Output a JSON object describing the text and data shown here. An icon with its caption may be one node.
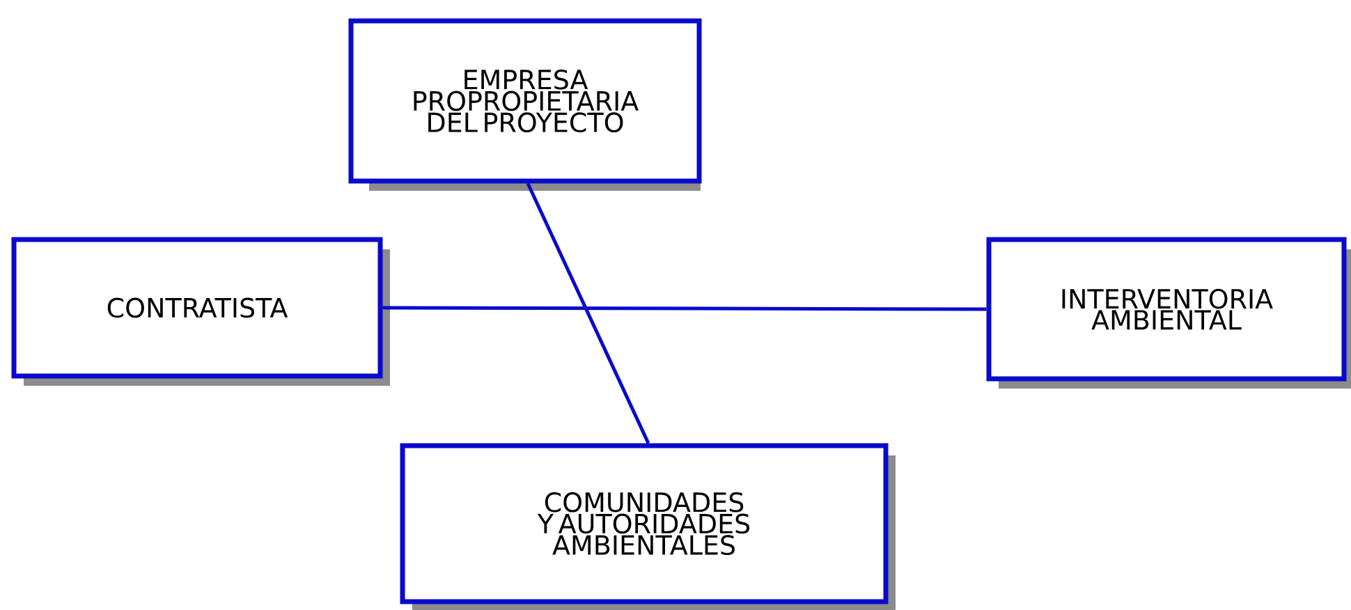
{
  "diagram": {
    "nodes": [
      {
        "text": [
          "EMPRESA PROPROPIETARIA DEL PROYECTO"
        ]
      },
      {
        "text": [
          "CONTRATISTA"
        ]
      },
      {
        "text": [
          "INTERVENTORIA AMBIENTAL"
        ]
      },
      {
        "text": [
          "COMUNIDADES Y AUTORIDADES AMBIENTALES"
        ]
      }
    ],
    "edges": [
      {
        "from": 0,
        "to": 3,
        "arrow": "none"
      },
      {
        "from": 1,
        "to": 2,
        "arrow": "none"
      }
    ]
  }
}
